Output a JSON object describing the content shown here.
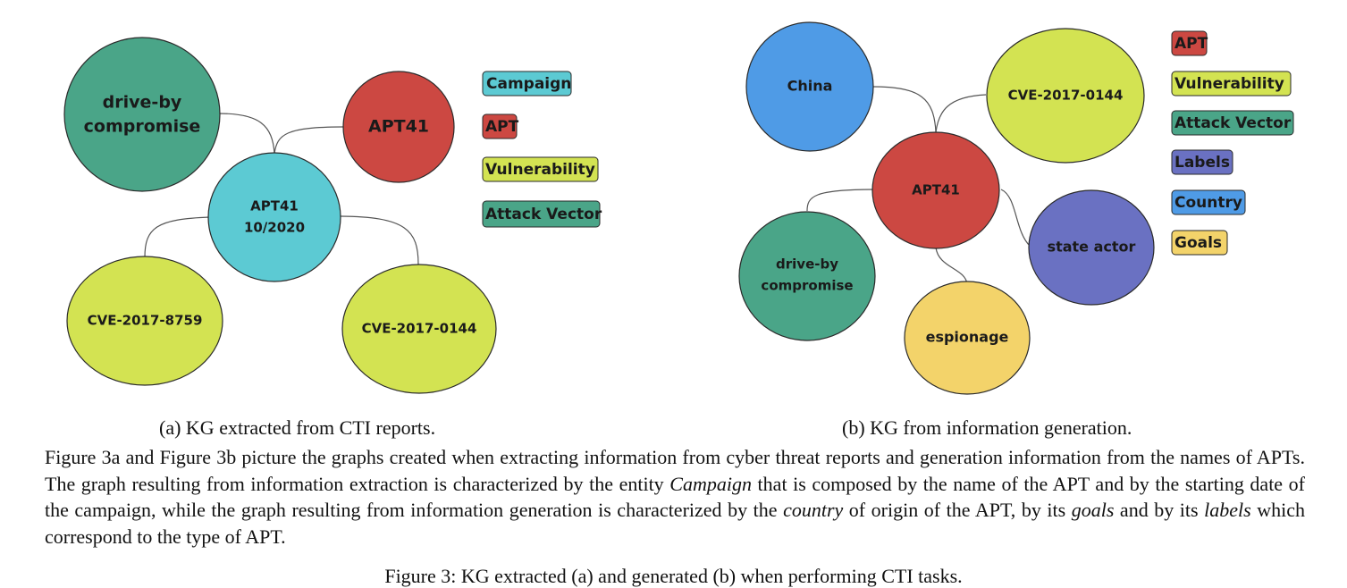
{
  "graph_a": {
    "nodes": [
      {
        "id": "a1",
        "lines": [
          "drive-by",
          "compromise"
        ],
        "color": "#4aa588"
      },
      {
        "id": "a2",
        "lines": [
          "APT41"
        ],
        "color": "#cc4842"
      },
      {
        "id": "a3",
        "lines": [
          "APT41",
          "10/2020"
        ],
        "color": "#5ccad3"
      },
      {
        "id": "a4",
        "lines": [
          "CVE-2017-8759"
        ],
        "color": "#d3e352"
      },
      {
        "id": "a5",
        "lines": [
          "CVE-2017-0144"
        ],
        "color": "#d3e352"
      }
    ],
    "legend": [
      {
        "label": "Campaign",
        "color": "#5ccad3"
      },
      {
        "label": "APT",
        "color": "#cc4842"
      },
      {
        "label": "Vulnerability",
        "color": "#d3e352"
      },
      {
        "label": "Attack Vector",
        "color": "#4aa588"
      }
    ]
  },
  "graph_b": {
    "nodes": [
      {
        "id": "b1",
        "lines": [
          "China"
        ],
        "color": "#4f9be6"
      },
      {
        "id": "b2",
        "lines": [
          "CVE-2017-0144"
        ],
        "color": "#d3e352"
      },
      {
        "id": "b3",
        "lines": [
          "APT41"
        ],
        "color": "#cc4842"
      },
      {
        "id": "b4",
        "lines": [
          "state actor"
        ],
        "color": "#6a71c2"
      },
      {
        "id": "b5",
        "lines": [
          "drive-by",
          "compromise"
        ],
        "color": "#4aa588"
      },
      {
        "id": "b6",
        "lines": [
          "espionage"
        ],
        "color": "#f3d36a"
      }
    ],
    "legend": [
      {
        "label": "APT",
        "color": "#cc4842"
      },
      {
        "label": "Vulnerability",
        "color": "#d3e352"
      },
      {
        "label": "Attack Vector",
        "color": "#4aa588"
      },
      {
        "label": "Labels",
        "color": "#6a71c2"
      },
      {
        "label": "Country",
        "color": "#4f9be6"
      },
      {
        "label": "Goals",
        "color": "#f3d36a"
      }
    ]
  },
  "captions": {
    "sub_a": "(a) KG extracted from CTI reports.",
    "sub_b": "(b) KG from information generation.",
    "figure": "Figure 3: KG extracted (a) and generated (b) when performing CTI tasks."
  },
  "body": {
    "t1": "Figure 3a and Figure 3b picture the graphs created when extracting information from cyber threat reports and generation information from the names of APTs. The graph resulting from information extraction is characterized by the entity ",
    "e1": "Campaign",
    "t2": " that is composed by the name of the APT and by the starting date of the campaign, while the graph resulting from information generation is characterized by the ",
    "e2": "country",
    "t3": " of origin of the APT, by its ",
    "e3": "goals",
    "t4": " and by its ",
    "e4": "labels",
    "t5": " which correspond to the type of APT."
  }
}
